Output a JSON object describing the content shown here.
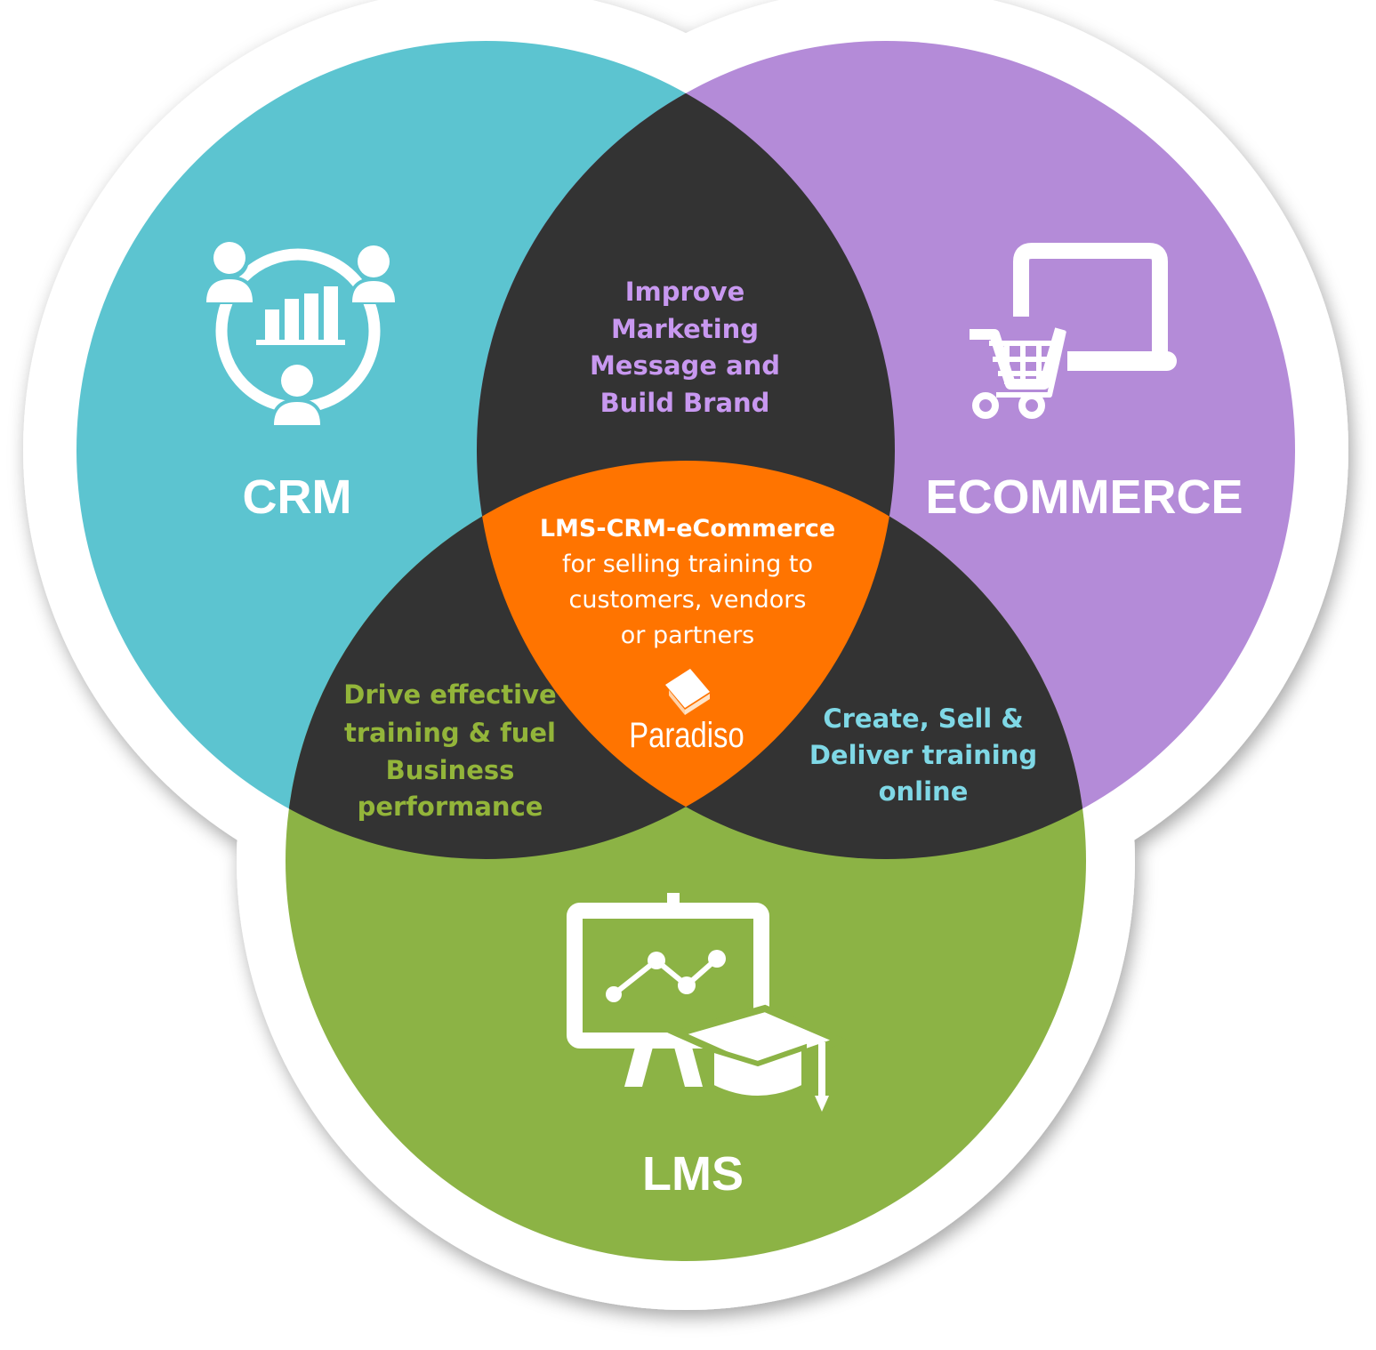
{
  "colors": {
    "crm": "#5cc4d0",
    "ecommerce": "#b48bd8",
    "lms": "#8cb345",
    "overlap": "#333333",
    "center": "#ff7400",
    "halo": "#ffffff",
    "purple_text": "#c898f0",
    "green_text": "#93b53a",
    "cyan_text": "#7fd8e6"
  },
  "circles": {
    "crm": {
      "label": "CRM",
      "icon": "crm-people-chart-icon"
    },
    "ecommerce": {
      "label": "ECOMMERCE",
      "icon": "laptop-cart-icon"
    },
    "lms": {
      "label": "LMS",
      "icon": "presentation-board-graduation-cap-icon"
    }
  },
  "overlaps": {
    "crm_ecommerce": [
      "Improve",
      "Marketing",
      "Message and",
      "Build Brand"
    ],
    "crm_lms": [
      "Drive effective",
      "training & fuel",
      "Business",
      "performance"
    ],
    "ecommerce_lms": [
      "Create, Sell &",
      "Deliver training",
      "online"
    ]
  },
  "center": {
    "title": "LMS-CRM-eCommerce",
    "lines": [
      "for selling training to",
      "customers, vendors",
      "or partners"
    ],
    "brand": "Paradiso",
    "brand_icon": "paradiso-book-logo-icon"
  }
}
